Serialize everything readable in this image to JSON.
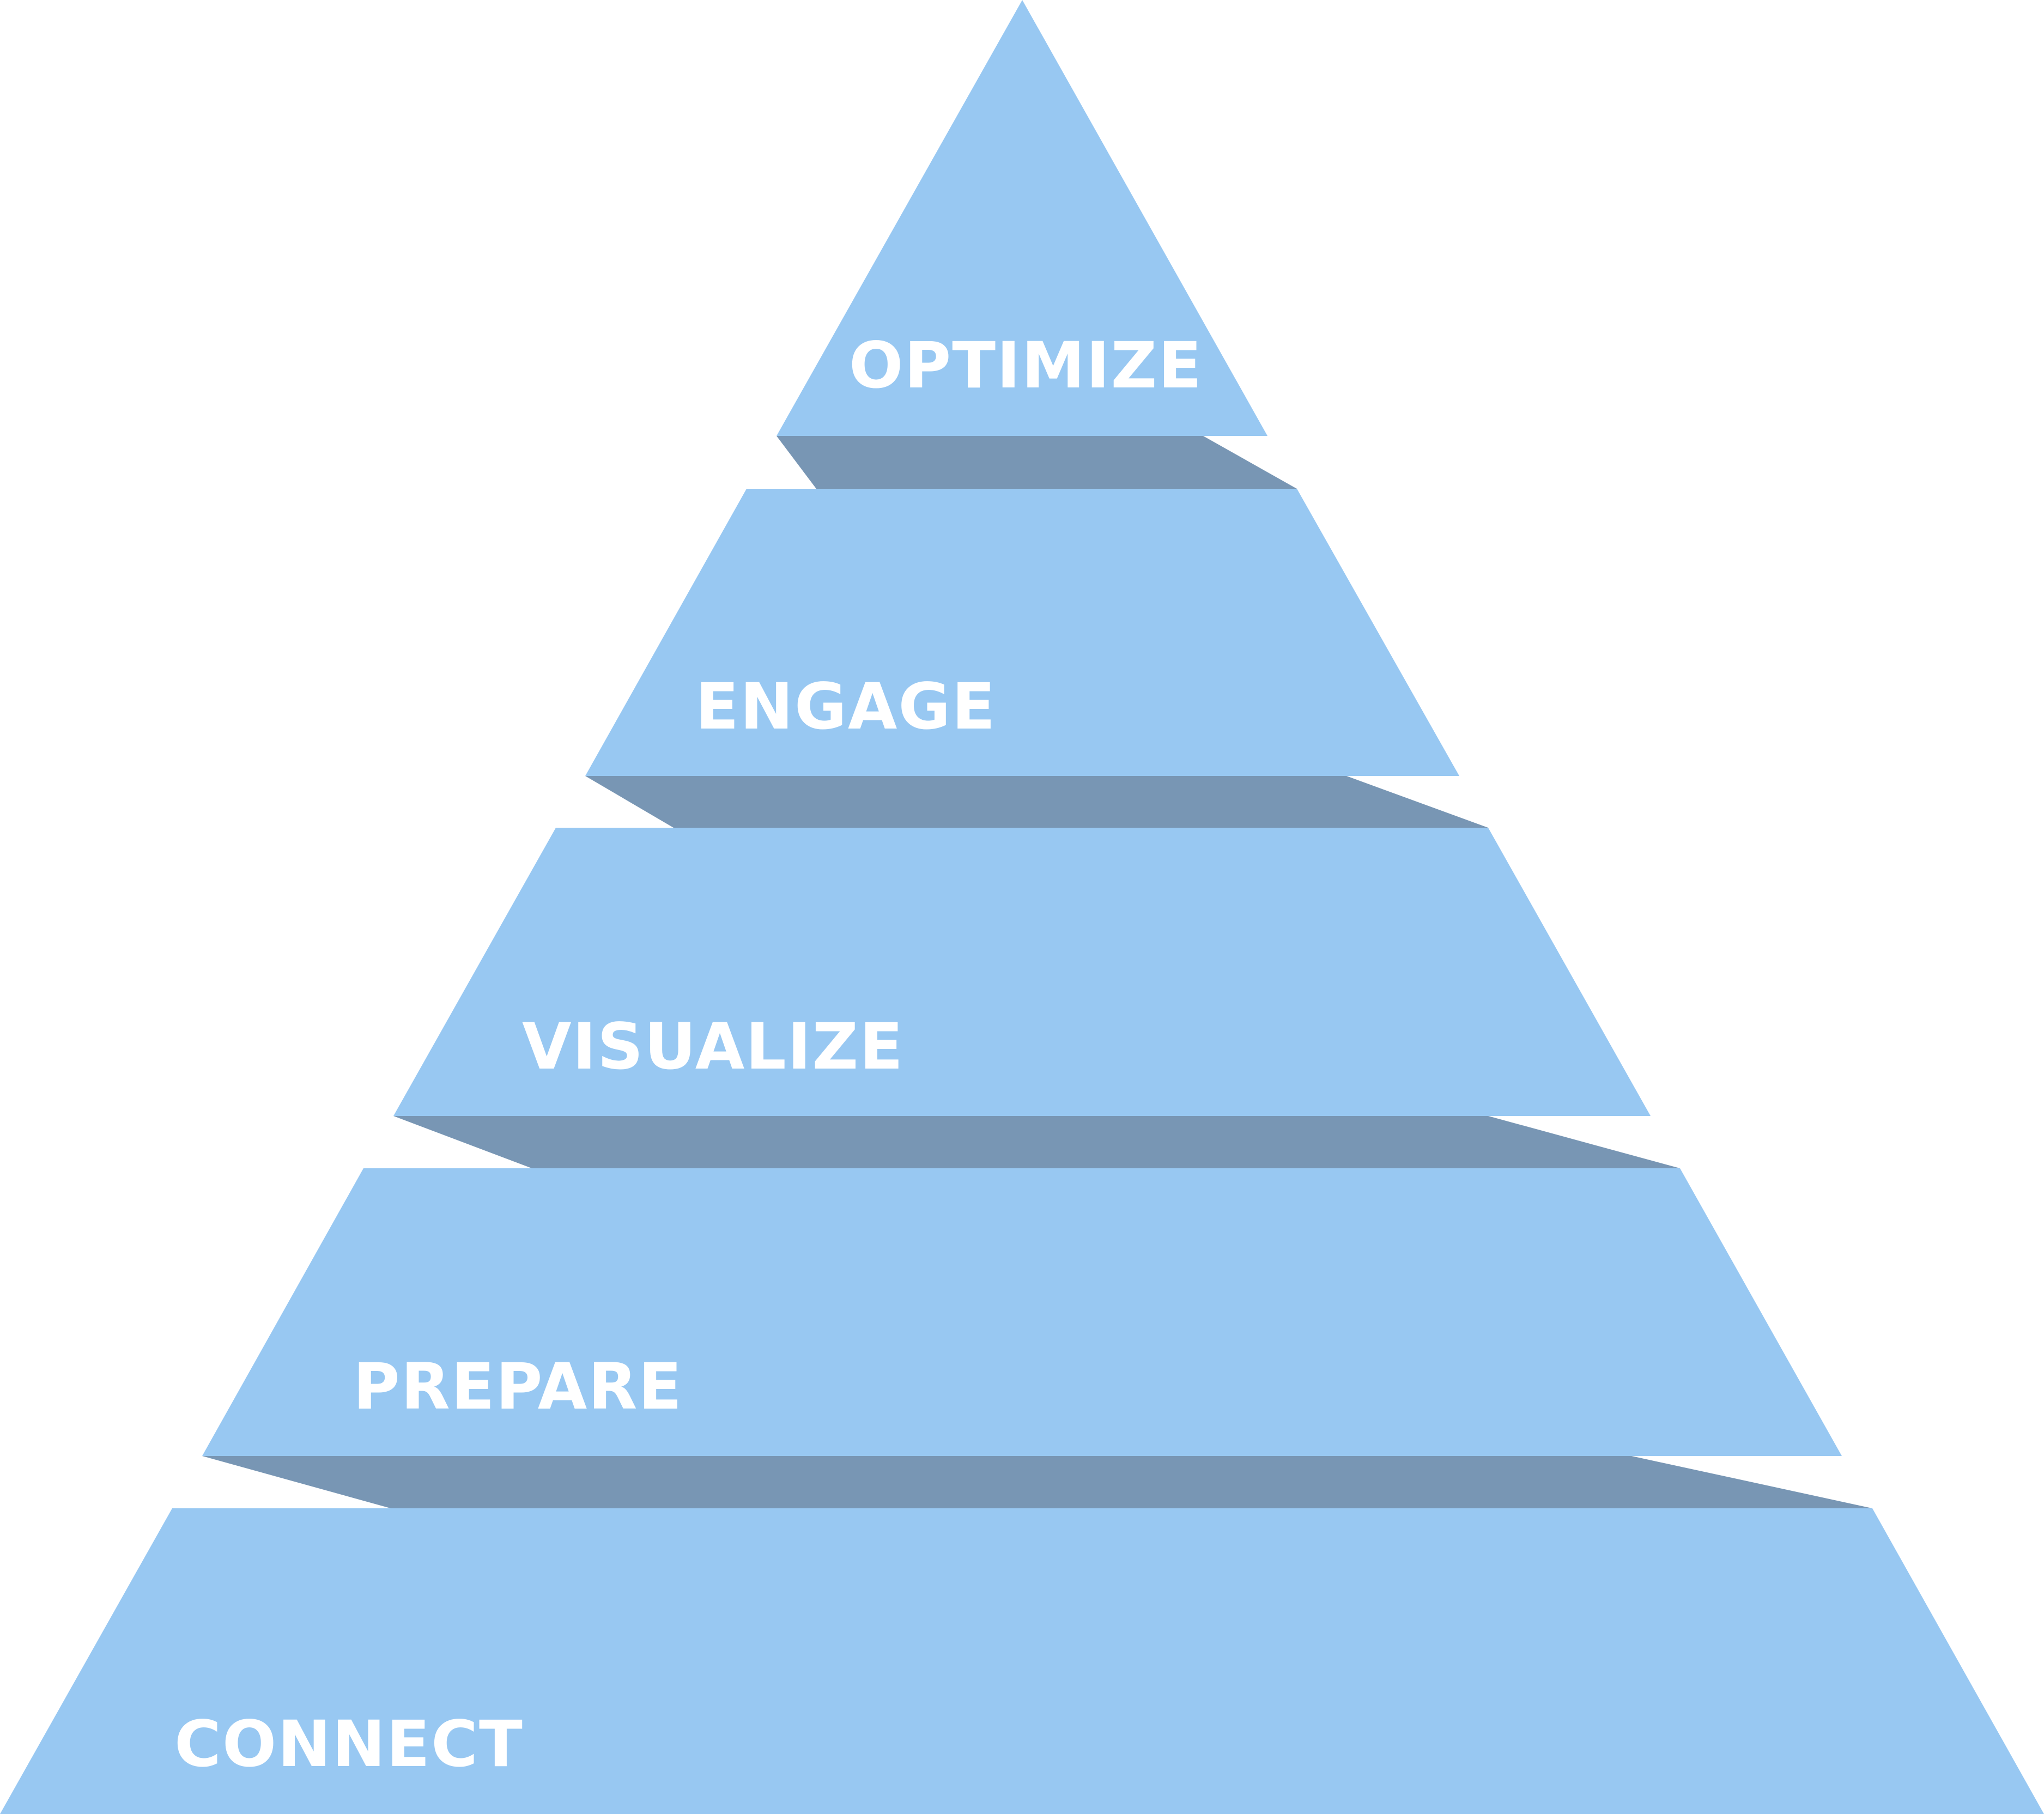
{
  "colors": {
    "tier_fill": "#98C8F2",
    "shadow_fill": "#7896B4",
    "label_fill": "#FFFFFF",
    "background": "#FFFFFF"
  },
  "tiers": [
    {
      "label": "OPTIMIZE"
    },
    {
      "label": "ENGAGE"
    },
    {
      "label": "VISUALIZE"
    },
    {
      "label": "PREPARE"
    },
    {
      "label": "CONNECT"
    }
  ]
}
